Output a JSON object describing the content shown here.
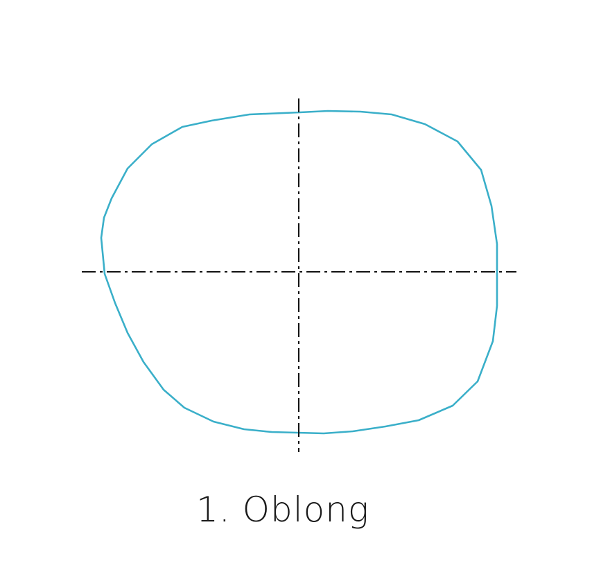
{
  "shape": {
    "name": "Oblong",
    "caption": "1. Oblong",
    "outline_color": "#3aafc9",
    "axis_color": "#111111",
    "axis_style": "dash-dot",
    "axes": [
      "horizontal",
      "vertical"
    ]
  }
}
